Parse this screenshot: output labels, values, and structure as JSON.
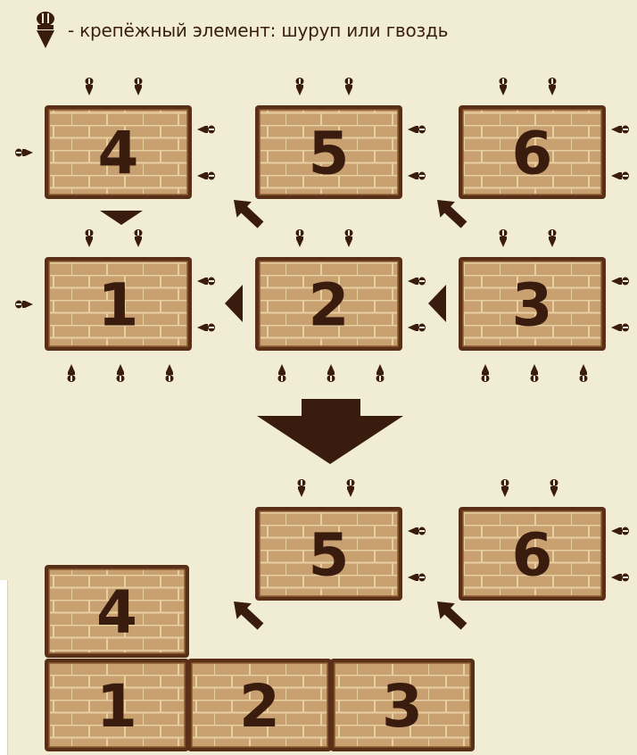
{
  "legend": {
    "icon": "fastener-icon",
    "text": "- крепёжный элемент: шуруп или гвоздь"
  },
  "colors": {
    "background": "#f1ecd4",
    "plank": "#c9a070",
    "plank_seam": "#e6cfa0",
    "frame": "#5a2f18",
    "number": "#3a1c0e",
    "arrow": "#3a1c0e"
  },
  "tiles_top": [
    {
      "id": "tile-4",
      "label": "4",
      "fasteners": [
        "top",
        "top",
        "left",
        "right",
        "right"
      ]
    },
    {
      "id": "tile-5",
      "label": "5",
      "fasteners": [
        "top",
        "top",
        "right",
        "right"
      ]
    },
    {
      "id": "tile-6",
      "label": "6",
      "fasteners": [
        "top",
        "top",
        "right",
        "right"
      ]
    },
    {
      "id": "tile-1",
      "label": "1",
      "fasteners": [
        "top",
        "top",
        "left",
        "right",
        "right",
        "bottom",
        "bottom",
        "bottom"
      ]
    },
    {
      "id": "tile-2",
      "label": "2",
      "fasteners": [
        "top",
        "top",
        "right",
        "right",
        "bottom",
        "bottom",
        "bottom"
      ]
    },
    {
      "id": "tile-3",
      "label": "3",
      "fasteners": [
        "top",
        "top",
        "right",
        "right",
        "bottom",
        "bottom",
        "bottom"
      ]
    }
  ],
  "tiles_bottom": [
    {
      "id": "tile-5b",
      "label": "5"
    },
    {
      "id": "tile-6b",
      "label": "6"
    },
    {
      "id": "tile-4b",
      "label": "4"
    },
    {
      "id": "tile-1b",
      "label": "1"
    },
    {
      "id": "tile-2b",
      "label": "2"
    },
    {
      "id": "tile-3b",
      "label": "3"
    }
  ]
}
